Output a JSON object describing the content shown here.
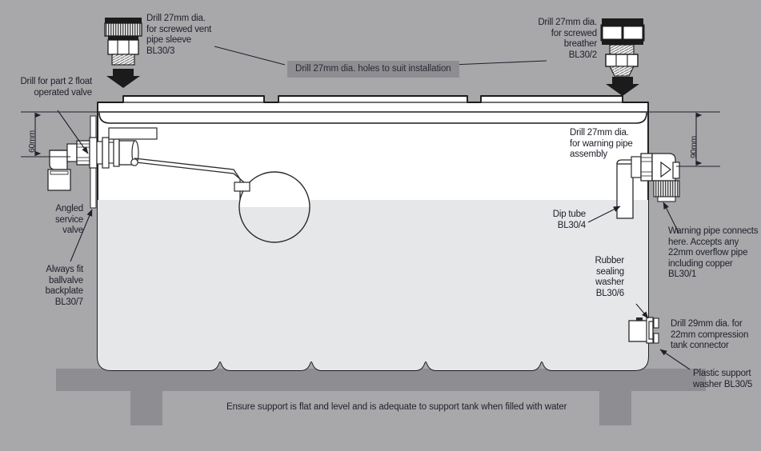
{
  "diagram": {
    "title": "Cold water storage tank installation diagram",
    "background_color": "#a8a8ab",
    "tank_fill_color": "#ffffff",
    "water_fill_color": "#e6e7e9",
    "support_color": "#8e8e92",
    "text_color": "#20202c",
    "banner_color": "#8e8e92"
  },
  "callouts": {
    "vent_sleeve": "Drill 27mm dia.\nfor screwed vent\npipe sleeve\nBL30/3",
    "breather": "Drill 27mm dia.\nfor screwed\nbreather\nBL30/2",
    "float_valve": "Drill for part 2 float\noperated valve",
    "angled_service_valve": "Angled\nservice\nvalve",
    "ballvalve_backplate": "Always fit\nballvalve\nbackplate\nBL30/7",
    "warning_pipe_assembly": "Drill 27mm dia.\nfor warning pipe\nassembly",
    "dip_tube": "Dip tube\nBL30/4",
    "warning_pipe_connects": "Warning pipe connects\nhere. Accepts any\n22mm overflow pipe\nincluding copper\nBL30/1",
    "rubber_sealing_washer": "Rubber\nsealing\nwasher\nBL30/6",
    "tank_connector": "Drill 29mm dia. for\n22mm compression\ntank connector",
    "plastic_support_washer": "Plastic support\nwasher BL30/5"
  },
  "banner": {
    "text": "Drill 27mm dia. holes to suit installation"
  },
  "bottom_note": {
    "text": "Ensure support is flat and level and is adequate to support tank when filled with water"
  },
  "dimensions": {
    "left": "60mm",
    "right": "90mm"
  },
  "icons": {
    "vent_sleeve_fitting": "vent-pipe-sleeve-fitting-icon",
    "breather_fitting": "breather-fitting-icon",
    "down_arrow_left": "down-arrow-icon",
    "down_arrow_right": "down-arrow-icon"
  }
}
